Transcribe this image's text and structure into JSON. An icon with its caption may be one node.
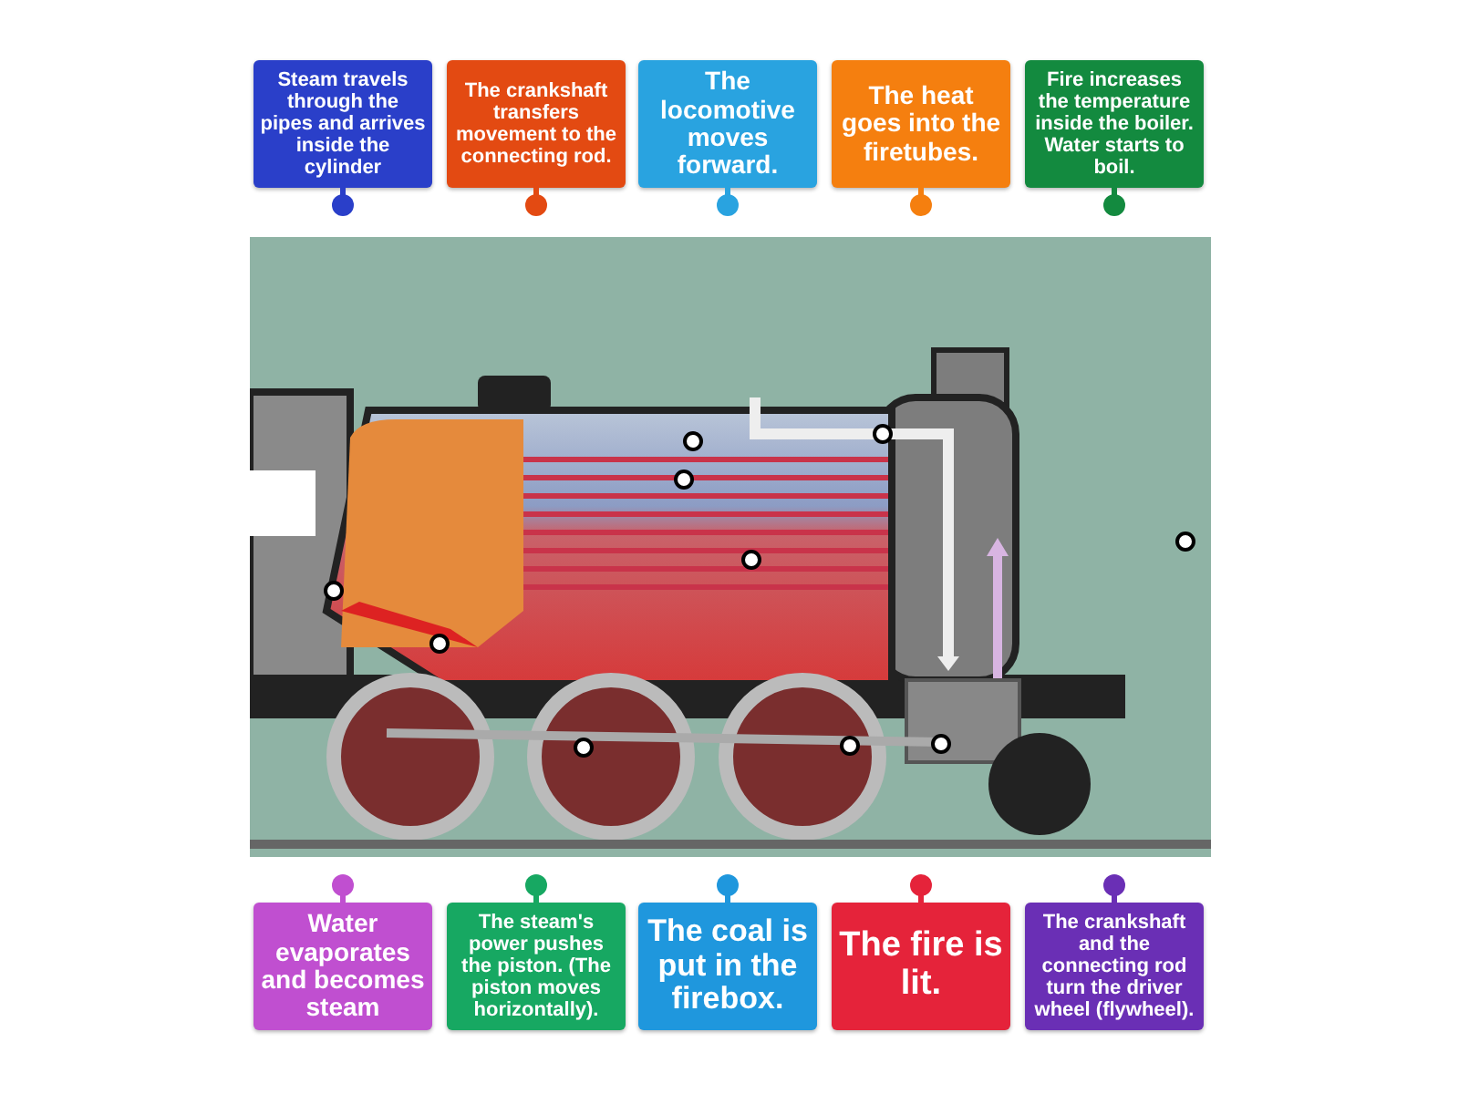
{
  "diagram": {
    "nodes": [
      {
        "text": [
          "Steam travels through the **pipes** and arrives inside the cylinder"
        ]
      },
      {
        "text": [
          "The **crankshaft** transfers movement to the connecting rod."
        ]
      },
      {
        "text": [
          "The locomotive moves forward."
        ]
      },
      {
        "text": [
          "The heat goes into the **firetubes**."
        ]
      },
      {
        "text": [
          "Fire increases the temperature inside the **boiler.** Water starts to boil."
        ]
      },
      {
        "text": [
          "Water evaporates and becomes steam"
        ]
      },
      {
        "text": [
          "The steam's power pushes the **piston**. (The piston moves horizontally)."
        ]
      },
      {
        "text": [
          "The coal is put in the **firebox**."
        ]
      },
      {
        "text": [
          "The fire is lit."
        ]
      },
      {
        "text": [
          "The **crankshaft** and the **connecting rod** turn the driver wheel (flywheel)."
        ]
      }
    ]
  }
}
